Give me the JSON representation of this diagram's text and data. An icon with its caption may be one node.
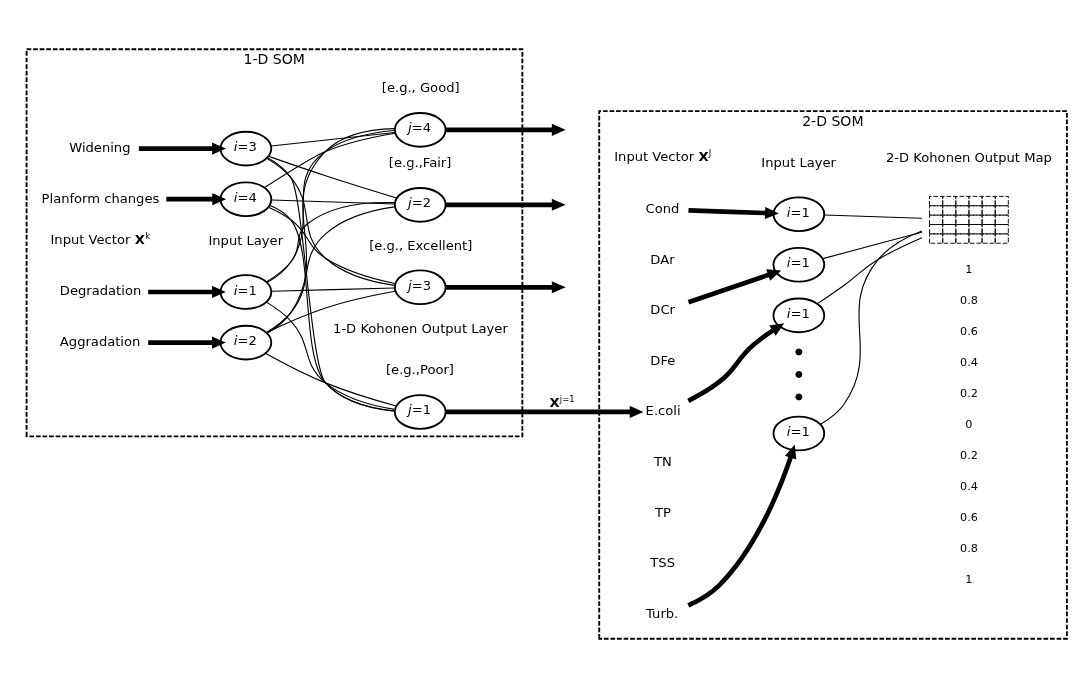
{
  "diagram": {
    "nodes": [
      {
        "text": [
          "1-D SOM"
        ]
      },
      {
        "text": [
          "Degradation"
        ],
        "in": 0
      },
      {
        "text": [
          "Aggradation"
        ],
        "in": 0
      },
      {
        "text": [
          "Widening"
        ],
        "in": 0
      },
      {
        "text": [
          "Planform changes"
        ],
        "in": 0
      },
      {
        "text": [
          "*i*=1"
        ],
        "in": 0
      },
      {
        "text": [
          "*i*=2"
        ],
        "in": 0
      },
      {
        "text": [
          "*i*=3"
        ],
        "in": 0
      },
      {
        "text": [
          "*i*=4"
        ],
        "in": 0
      },
      {
        "text": [
          "*j*=1"
        ],
        "in": 0,
        "beside": [
          "[e.g.,Poor]"
        ]
      },
      {
        "text": [
          "*j*=2"
        ],
        "in": 0,
        "beside": [
          "[e.g.,Fair]"
        ]
      },
      {
        "text": [
          "*j*=3"
        ],
        "in": 0,
        "beside": [
          "[e.g., Excellent]"
        ]
      },
      {
        "text": [
          "*j*=4"
        ],
        "in": 0,
        "beside": [
          "[e.g., Good]"
        ]
      },
      {
        "text": [
          "2-D SOM"
        ]
      },
      {
        "text": [
          "Cond"
        ],
        "in": 13
      },
      {
        "text": [
          "DAr"
        ],
        "in": 13
      },
      {
        "text": [
          "DCr"
        ],
        "in": 13
      },
      {
        "text": [
          "DFe"
        ],
        "in": 13
      },
      {
        "text": [
          "E.coli"
        ],
        "in": 13
      },
      {
        "text": [
          "TN"
        ],
        "in": 13
      },
      {
        "text": [
          "TP"
        ],
        "in": 13
      },
      {
        "text": [
          "TSS"
        ],
        "in": 13
      },
      {
        "text": [
          "Turb."
        ],
        "in": 13
      },
      {
        "text": [
          "*i*=1"
        ],
        "in": 13
      },
      {
        "text": [
          "*i*=1"
        ],
        "in": 13
      },
      {
        "text": [
          "*i*=1"
        ],
        "in": 13
      },
      {
        "text": [],
        "shape": "circle",
        "in": 13
      },
      {
        "text": [],
        "shape": "circle",
        "in": 13
      },
      {
        "text": [],
        "shape": "circle",
        "in": 13
      },
      {
        "text": [
          "*i*=1"
        ],
        "in": 13
      },
      {
        "text": [],
        "shape": "picture",
        "in": 13
      }
    ],
    "edges": [
      {
        "from": 1,
        "to": 5,
        "arrow": "to",
        "style": "thick"
      },
      {
        "from": 2,
        "to": 6,
        "arrow": "to",
        "style": "thick"
      },
      {
        "from": 3,
        "to": 7,
        "arrow": "to",
        "style": "thick"
      },
      {
        "from": 4,
        "to": 8,
        "arrow": "to",
        "style": "thick"
      },
      {
        "from": 5,
        "to": 9,
        "arrow": "none"
      },
      {
        "from": 5,
        "to": 10,
        "arrow": "none"
      },
      {
        "from": 5,
        "to": 11,
        "arrow": "none"
      },
      {
        "from": 5,
        "to": 12,
        "arrow": "none"
      },
      {
        "from": 6,
        "to": 9,
        "arrow": "none"
      },
      {
        "from": 6,
        "to": 10,
        "arrow": "none"
      },
      {
        "from": 6,
        "to": 11,
        "arrow": "none"
      },
      {
        "from": 6,
        "to": 12,
        "arrow": "none"
      },
      {
        "from": 7,
        "to": 9,
        "arrow": "none"
      },
      {
        "from": 7,
        "to": 10,
        "arrow": "none"
      },
      {
        "from": 7,
        "to": 11,
        "arrow": "none"
      },
      {
        "from": 7,
        "to": 12,
        "arrow": "none"
      },
      {
        "from": 8,
        "to": 9,
        "arrow": "none"
      },
      {
        "from": 8,
        "to": 10,
        "arrow": "none"
      },
      {
        "from": 8,
        "to": 11,
        "arrow": "none"
      },
      {
        "from": 8,
        "to": 12,
        "arrow": "none"
      },
      {
        "from": 9,
        "to": 18,
        "arrow": "to",
        "style": "thick",
        "label": "**X**$^{j=1}$"
      },
      {
        "from": 10,
        "to": null,
        "arrow": "to",
        "style": "thick"
      },
      {
        "from": 11,
        "to": null,
        "arrow": "to",
        "style": "thick"
      },
      {
        "from": 12,
        "to": null,
        "arrow": "to",
        "style": "thick"
      },
      {
        "from": 14,
        "to": 23,
        "arrow": "to",
        "style": "thick"
      },
      {
        "from": 16,
        "to": 24,
        "arrow": "to",
        "style": "thick"
      },
      {
        "from": 18,
        "to": 25,
        "arrow": "to",
        "style": "thick"
      },
      {
        "from": 22,
        "to": 29,
        "arrow": "to",
        "style": "thick"
      },
      {
        "from": 23,
        "to": 30,
        "arrow": "none"
      },
      {
        "from": 24,
        "to": 30,
        "arrow": "none"
      },
      {
        "from": 25,
        "to": 30,
        "arrow": "none"
      },
      {
        "from": 29,
        "to": 30,
        "arrow": "none"
      }
    ],
    "labels": [
      "Input Vector **X**$^{k}$",
      "Input Layer",
      "1-D Kohonen Output Layer",
      "Input Vector **X**$^{J}$",
      "Input Layer",
      "2-D Kohonen Output Map",
      "1",
      "0.8",
      "0.6",
      "0.4",
      "0.2",
      "0",
      "0.2",
      "0.4",
      "0.6",
      "0.8",
      "1"
    ]
  }
}
